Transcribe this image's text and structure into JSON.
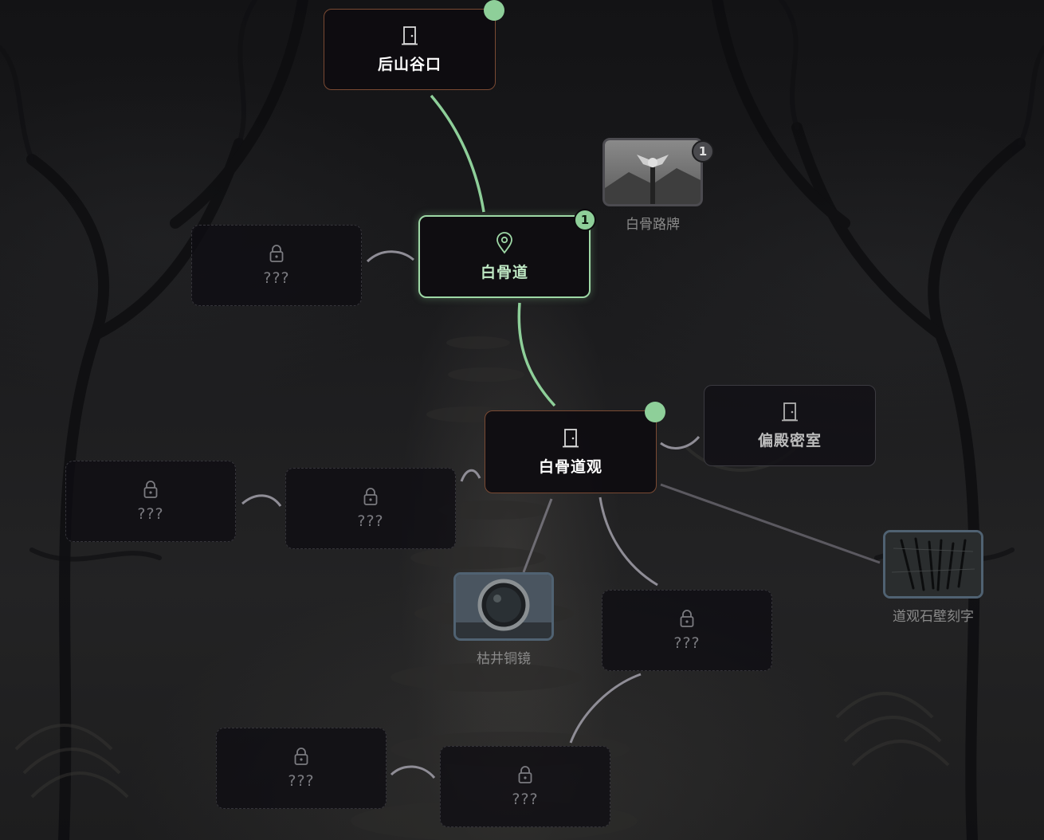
{
  "nodes": {
    "houshan_gukou": {
      "label": "后山谷口",
      "icon": "door-icon"
    },
    "baigu_dao": {
      "label": "白骨道",
      "icon": "map-pin-icon",
      "badge": "1"
    },
    "baigu_daoguan": {
      "label": "白骨道观",
      "icon": "door-icon"
    },
    "piandian_mishi": {
      "label": "偏殿密室",
      "icon": "door-icon"
    },
    "locked_label": "???"
  },
  "clues": {
    "baigu_lupai": {
      "label": "白骨路牌",
      "badge": "1"
    },
    "kujing_tongjing": {
      "label": "枯井铜镜"
    },
    "shibi_kezi": {
      "label": "道观石壁刻字"
    }
  },
  "colors": {
    "accent_green": "#8ecf99",
    "door_border": "#7a4a33",
    "current_border": "#9ed8a6",
    "edge_active": "#8ecf99",
    "edge_inactive": "#8f8d96"
  }
}
